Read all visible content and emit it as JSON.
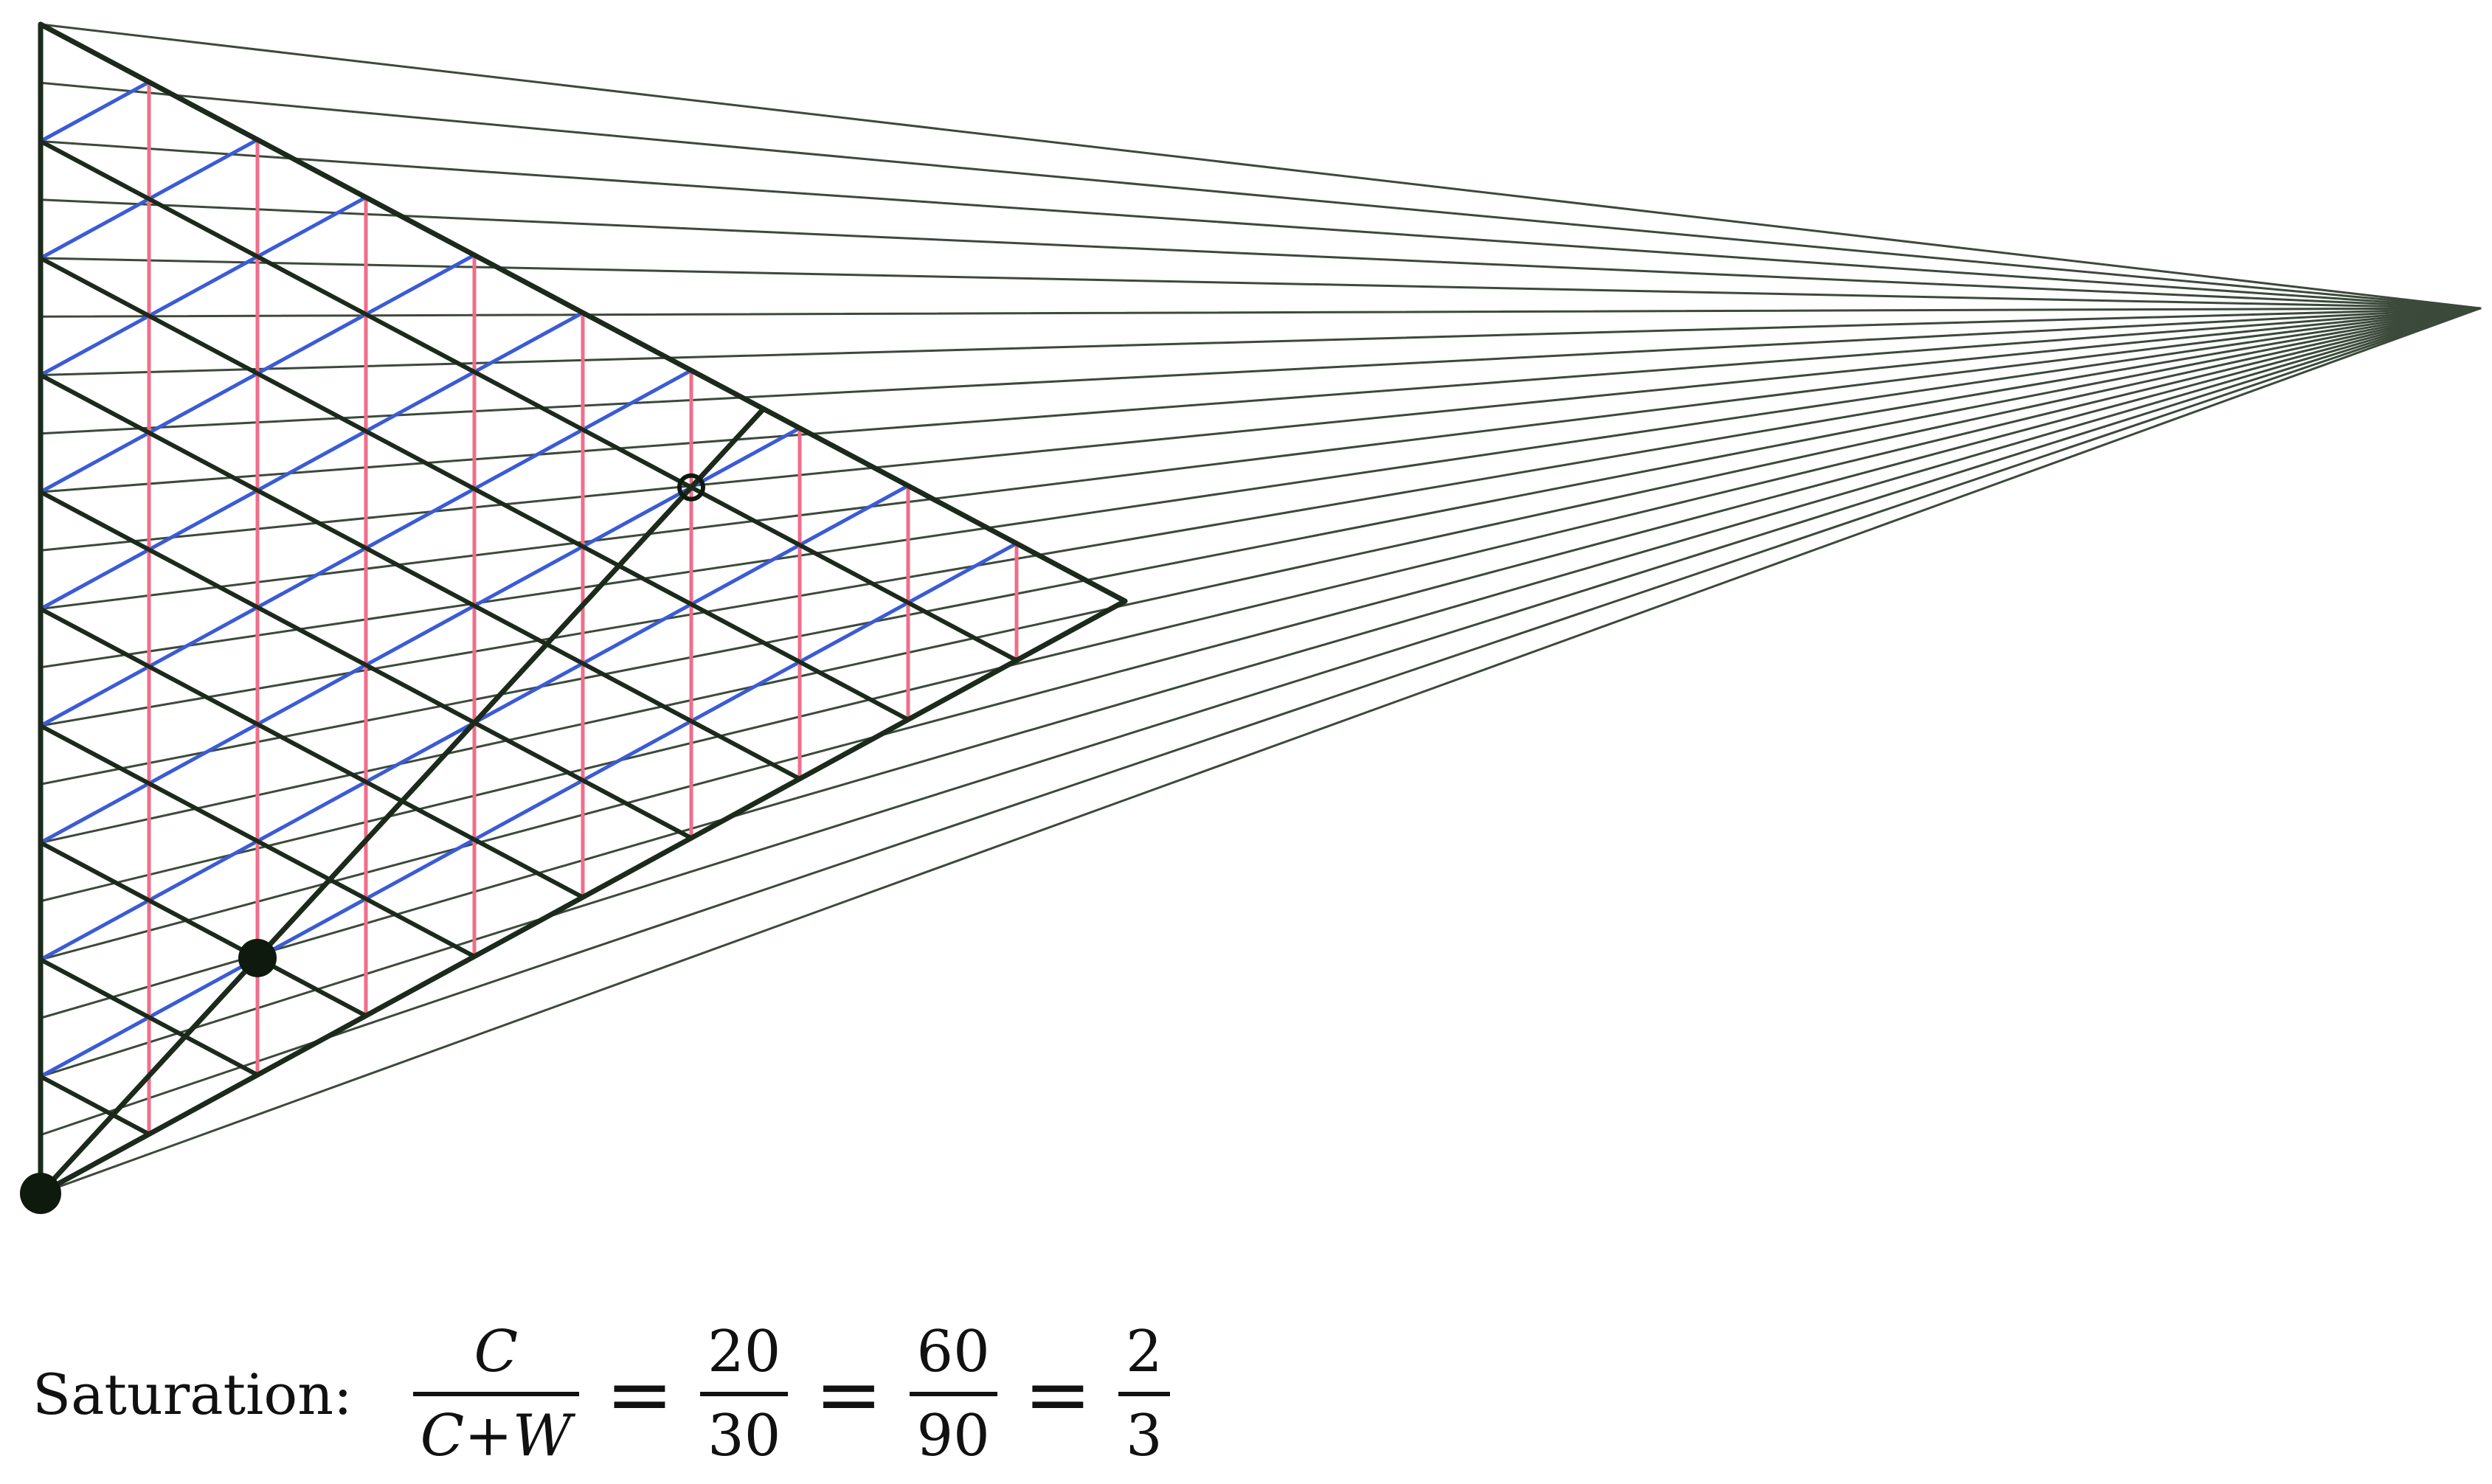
{
  "diagram": {
    "left_vertex_top_y": 0,
    "notes": "",
    "colors": {
      "black": "#1b2a1b",
      "blue": "#3b5bd6",
      "pink": "#ef6e8a",
      "ray": "#3b4a3b"
    },
    "grid_divisions": 10,
    "highlighted_points": [
      {
        "name": "white-anchor",
        "a": 0,
        "b": 0,
        "filled": true
      },
      {
        "name": "mixture-point",
        "a": 2,
        "b": 1,
        "filled": true
      },
      {
        "name": "projected-point",
        "a": 6,
        "b": 3,
        "filled": false
      }
    ]
  },
  "formula": {
    "label": "Saturation:",
    "f1_num": "C",
    "f1_den": "C+W",
    "eq": "=",
    "f2_num": "20",
    "f2_den": "30",
    "f3_num": "60",
    "f3_den": "90",
    "f4_num": "2",
    "f4_den": "3"
  }
}
